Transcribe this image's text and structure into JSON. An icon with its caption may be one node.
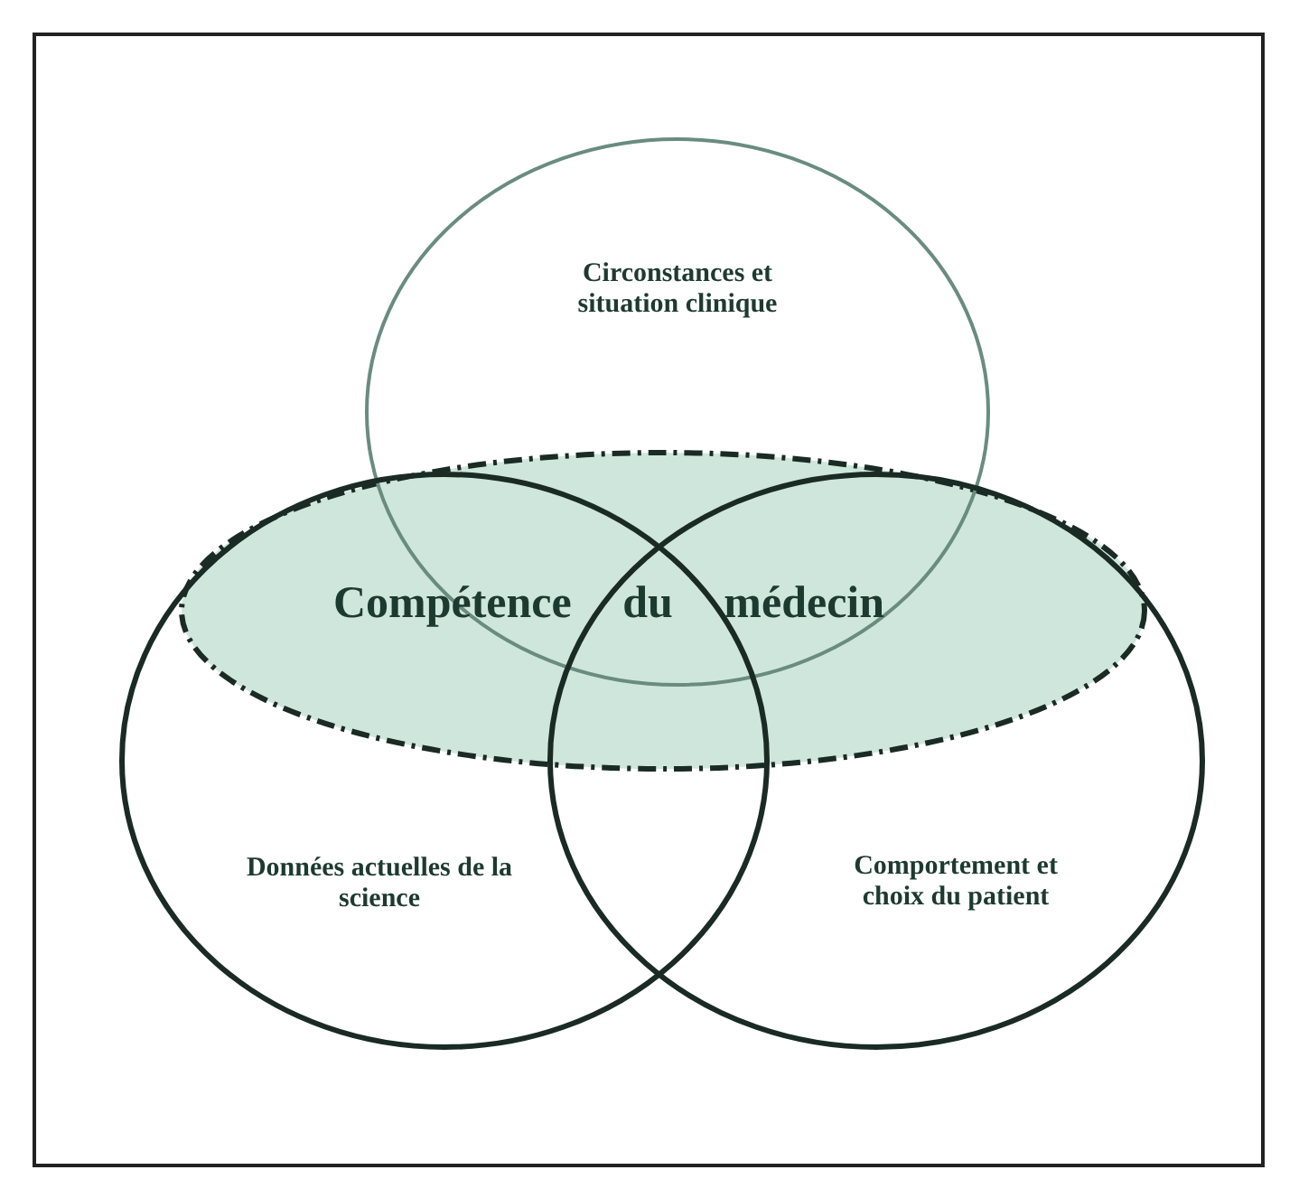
{
  "diagram": {
    "nodes": [
      {
        "text": [
          "Circonstances et situation clinique"
        ]
      },
      {
        "text": [
          "Compétence du médecin"
        ]
      },
      {
        "text": [
          "Données actuelles de la science"
        ]
      },
      {
        "text": [
          "Comportement et choix du patient"
        ]
      }
    ]
  }
}
